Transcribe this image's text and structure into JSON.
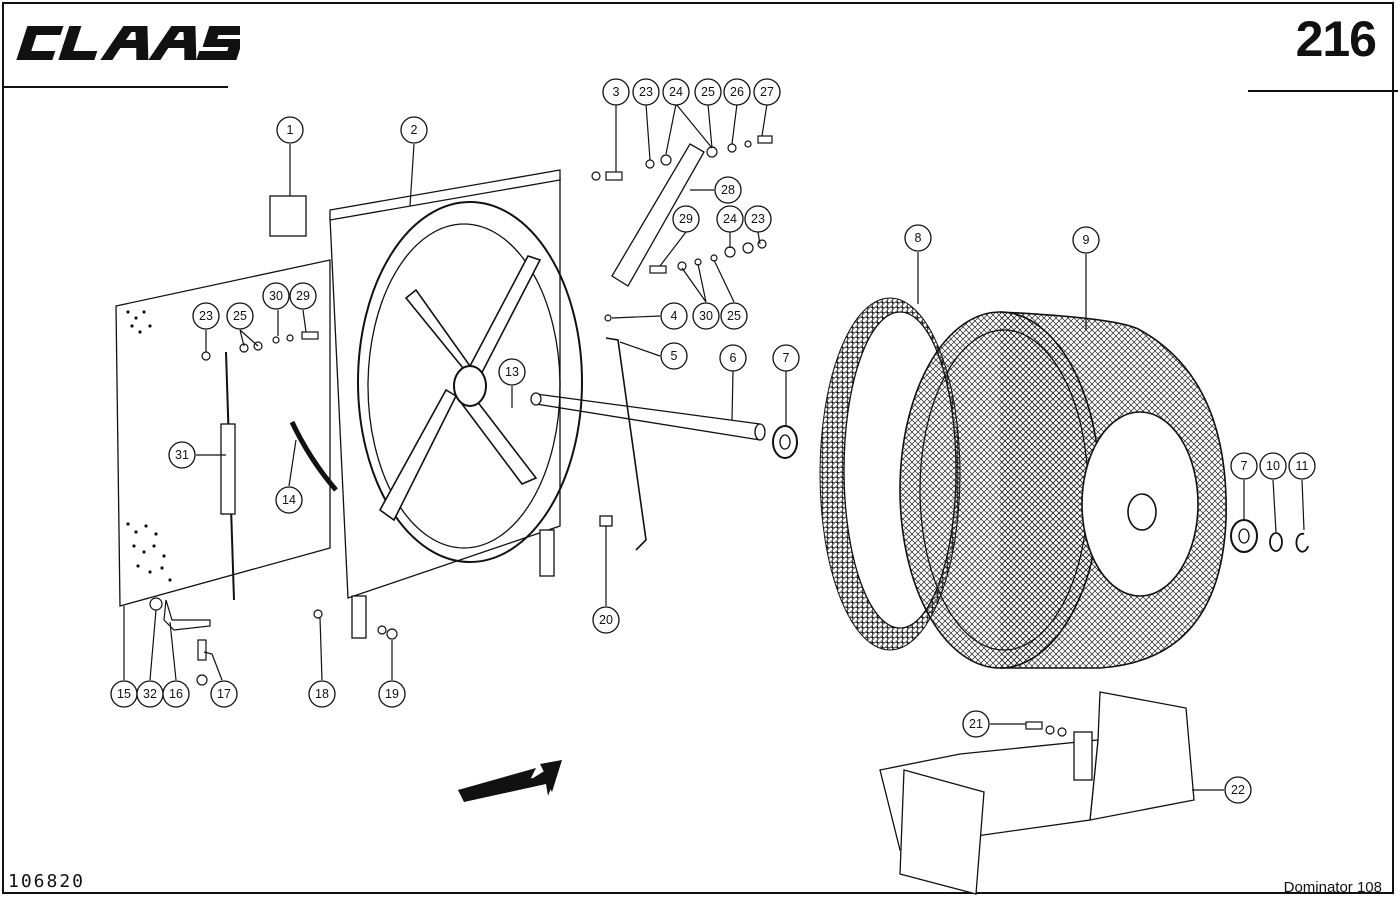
{
  "header": {
    "brand": "CLAAS",
    "page_number": "216"
  },
  "footer": {
    "drawing_number": "106820",
    "model": "Dominator 108"
  },
  "callouts": [
    {
      "id": "c1",
      "label": "1"
    },
    {
      "id": "c2",
      "label": "2"
    },
    {
      "id": "c3",
      "label": "3"
    },
    {
      "id": "c23a",
      "label": "23"
    },
    {
      "id": "c24a",
      "label": "24"
    },
    {
      "id": "c25a",
      "label": "25"
    },
    {
      "id": "c26",
      "label": "26"
    },
    {
      "id": "c27",
      "label": "27"
    },
    {
      "id": "c28",
      "label": "28"
    },
    {
      "id": "c29a",
      "label": "29"
    },
    {
      "id": "c24b",
      "label": "24"
    },
    {
      "id": "c23b",
      "label": "23"
    },
    {
      "id": "c4",
      "label": "4"
    },
    {
      "id": "c30a",
      "label": "30"
    },
    {
      "id": "c25b",
      "label": "25"
    },
    {
      "id": "c5",
      "label": "5"
    },
    {
      "id": "c6",
      "label": "6"
    },
    {
      "id": "c7a",
      "label": "7"
    },
    {
      "id": "c8",
      "label": "8"
    },
    {
      "id": "c9",
      "label": "9"
    },
    {
      "id": "c23c",
      "label": "23"
    },
    {
      "id": "c25c",
      "label": "25"
    },
    {
      "id": "c30b",
      "label": "30"
    },
    {
      "id": "c29b",
      "label": "29"
    },
    {
      "id": "c13",
      "label": "13"
    },
    {
      "id": "c31",
      "label": "31"
    },
    {
      "id": "c14",
      "label": "14"
    },
    {
      "id": "c20",
      "label": "20"
    },
    {
      "id": "c7b",
      "label": "7"
    },
    {
      "id": "c10",
      "label": "10"
    },
    {
      "id": "c11",
      "label": "11"
    },
    {
      "id": "c15",
      "label": "15"
    },
    {
      "id": "c32",
      "label": "32"
    },
    {
      "id": "c16",
      "label": "16"
    },
    {
      "id": "c17",
      "label": "17"
    },
    {
      "id": "c18",
      "label": "18"
    },
    {
      "id": "c19",
      "label": "19"
    },
    {
      "id": "c21",
      "label": "21"
    },
    {
      "id": "c22",
      "label": "22"
    }
  ]
}
